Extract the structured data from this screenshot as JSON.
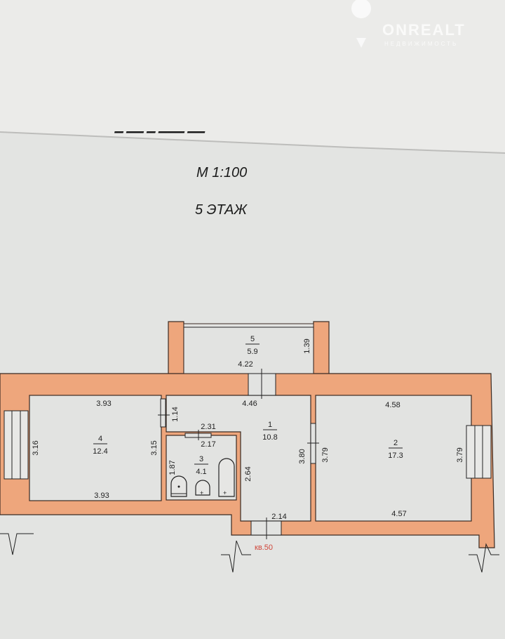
{
  "header": {
    "scale": "М  1:100",
    "floor": "5 ЭТАЖ"
  },
  "watermark": {
    "brand": "ONREALT",
    "subtitle": "НЕДВИЖИМОСТЬ"
  },
  "rooms": [
    {
      "number": "1",
      "area": "10.8"
    },
    {
      "number": "2",
      "area": "17.3"
    },
    {
      "number": "3",
      "area": "4.1"
    },
    {
      "number": "4",
      "area": "12.4"
    },
    {
      "number": "5",
      "area": "5.9"
    }
  ],
  "dimensions": {
    "r4_top": "3.93",
    "r4_bottom": "3.93",
    "r4_left": "3.16",
    "r4_right": "3.15",
    "door_1_14": "1.14",
    "bath_top_outer": "2.31",
    "bath_top_inner": "2.17",
    "bath_left": "1.87",
    "bath_right": "2.64",
    "balcony_width": "4.22",
    "balcony_depth": "1.39",
    "r1_top": "4.46",
    "r1_right": "3.80",
    "r1_bottom": "2.14",
    "r2_top": "4.58",
    "r2_bottom": "4.57",
    "r2_left": "3.79",
    "r2_right": "3.79"
  },
  "apartment_label": "кв.50",
  "colors": {
    "wall": "#eea67c",
    "paper": "#e3e4e2",
    "apartment_label": "#d0463a"
  }
}
